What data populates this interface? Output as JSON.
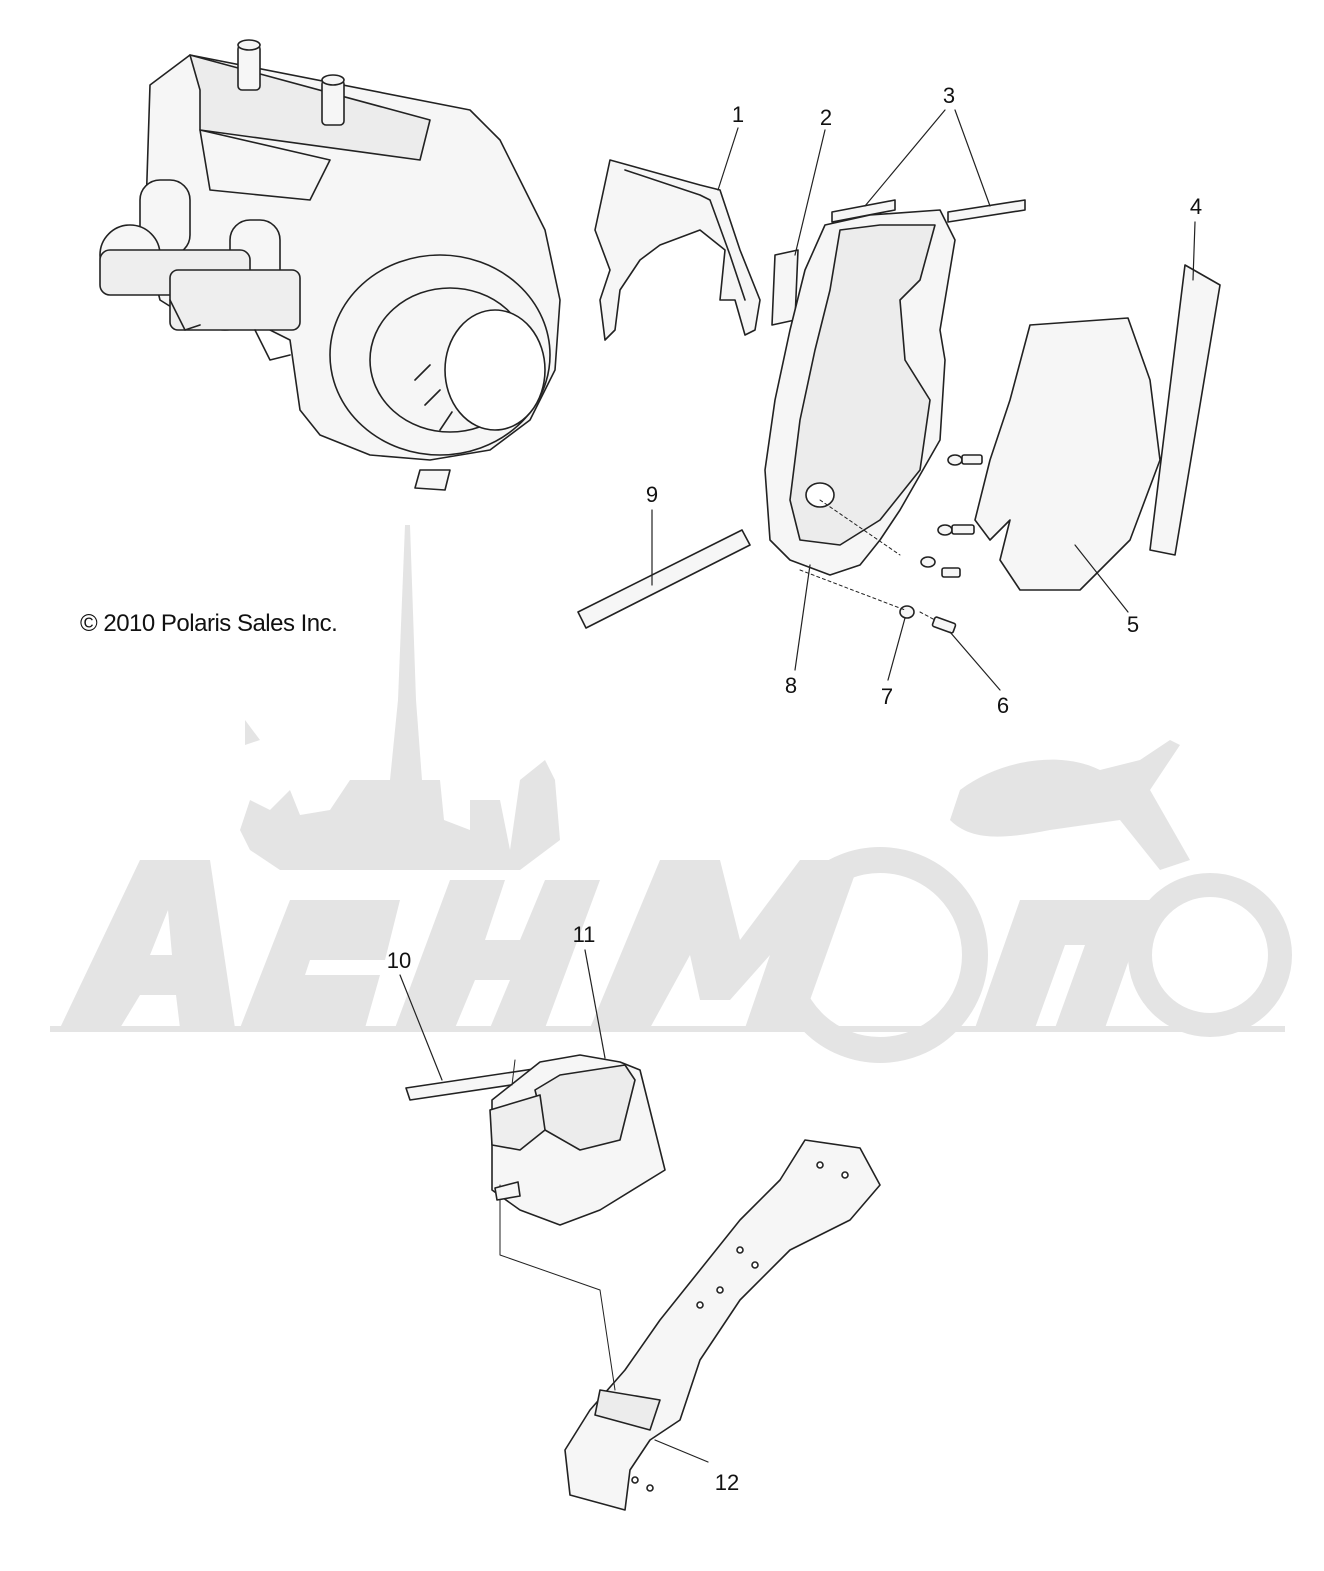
{
  "diagram": {
    "copyright": "© 2010 Polaris Sales Inc.",
    "watermark_text": "ЛенМото",
    "colors": {
      "line": "#222222",
      "part_fill": "#f6f6f6",
      "part_shade": "#e6e6e6",
      "watermark": "#e4e4e4"
    },
    "callouts": [
      {
        "id": "1",
        "label": "1"
      },
      {
        "id": "2",
        "label": "2"
      },
      {
        "id": "3",
        "label": "3"
      },
      {
        "id": "4",
        "label": "4"
      },
      {
        "id": "5",
        "label": "5"
      },
      {
        "id": "6",
        "label": "6"
      },
      {
        "id": "7",
        "label": "7"
      },
      {
        "id": "8",
        "label": "8"
      },
      {
        "id": "9",
        "label": "9"
      },
      {
        "id": "10",
        "label": "10"
      },
      {
        "id": "11",
        "label": "11"
      },
      {
        "id": "12",
        "label": "12"
      }
    ]
  }
}
